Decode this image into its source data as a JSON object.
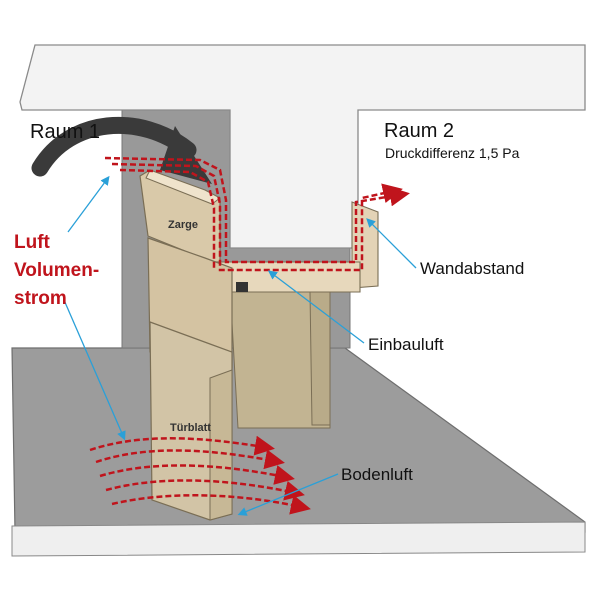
{
  "labels": {
    "room1": "Raum 1",
    "room2": "Raum 2",
    "pressure": "Druckdifferenz 1,5 Pa",
    "airflow_line1": "Luft",
    "airflow_line2": "Volumen-",
    "airflow_line3": "strom",
    "frame": "Zarge",
    "door_leaf": "Türblatt",
    "wall_gap": "Wandabstand",
    "install_gap": "Einbauluft",
    "floor_gap": "Bodenluft"
  },
  "colors": {
    "background": "#ffffff",
    "wall_top": "#f3f3f3",
    "wall_front": "#999999",
    "floor": "#9c9c9c",
    "floor_edge": "#ececec",
    "frame_wood": "#e3d3b6",
    "door_wood": "#d2c4a6",
    "airflow_red": "#c0141c",
    "pointer_blue": "#2aa0d8",
    "arrow_dark": "#3a3a3a"
  }
}
